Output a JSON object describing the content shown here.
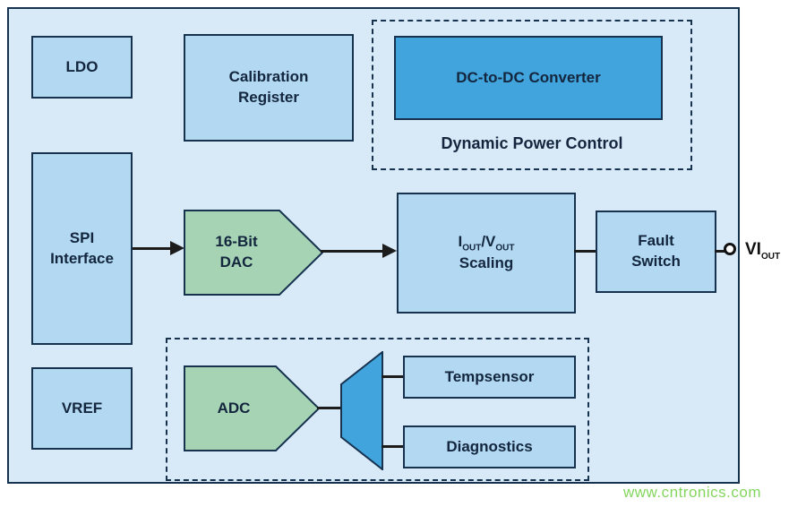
{
  "colors": {
    "container_bg": "#d8eaf8",
    "box_light": "#b2d8f2",
    "box_dark": "#42a4dc",
    "green": "#a6d3b4",
    "border": "#16324f",
    "line": "#1c1c1c",
    "text": "#13263e",
    "watermark": "#84d65e"
  },
  "blocks": {
    "ldo": "LDO",
    "calibration_line1": "Calibration",
    "calibration_line2": "Register",
    "dcdc": "DC-to-DC Converter",
    "dynamic_power": "Dynamic Power Control",
    "spi_line1": "SPI",
    "spi_line2": "Interface",
    "dac_line1": "16-Bit",
    "dac_line2": "DAC",
    "scaling": {
      "i": "I",
      "i_sub": "OUT",
      "v": "/V",
      "v_sub": "OUT",
      "line2": "Scaling"
    },
    "fault_line1": "Fault",
    "fault_line2": "Switch",
    "vref": "VREF",
    "adc": "ADC",
    "tempsensor": "Tempsensor",
    "diagnostics": "Diagnostics"
  },
  "output": {
    "label": "VI",
    "label_sub": "OUT"
  },
  "watermark": "www.cntronics.com"
}
